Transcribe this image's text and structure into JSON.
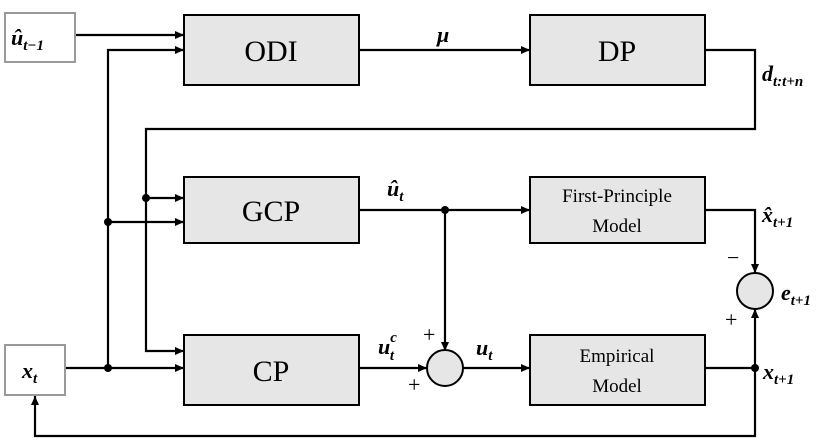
{
  "blocks": {
    "odi": "ODI",
    "dp": "DP",
    "gcp": "GCP",
    "cp": "CP",
    "first_principle": [
      "First-Principle",
      "Model"
    ],
    "empirical": [
      "Empirical",
      "Model"
    ]
  },
  "signals": {
    "u_hat_prev": {
      "main": "û",
      "sub": "t−1"
    },
    "mu": {
      "main": "μ",
      "sub": ""
    },
    "d_horizon": {
      "main": "d",
      "sub": "t:t+n"
    },
    "u_hat_t": {
      "main": "û",
      "sub": "t"
    },
    "x_hat_next": {
      "main": "x̂",
      "sub": "t+1"
    },
    "e_next": {
      "main": "e",
      "sub": "t+1"
    },
    "u_c_t": {
      "main": "u",
      "sub": "t",
      "sup": "c"
    },
    "u_t": {
      "main": "u",
      "sub": "t"
    },
    "x_next": {
      "main": "x",
      "sub": "t+1"
    },
    "x_t": {
      "main": "x",
      "sub": "t"
    }
  },
  "signs": {
    "sum_u_top": "+",
    "sum_u_left": "+",
    "sum_e_top": "−",
    "sum_e_bottom": "+"
  }
}
